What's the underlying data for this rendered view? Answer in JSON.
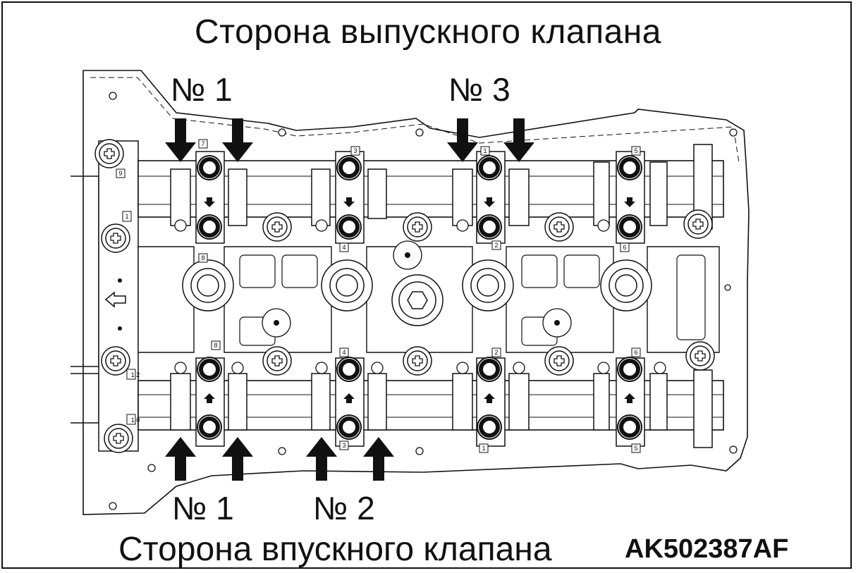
{
  "header": {
    "exhaust_side": "Сторона выпускного клапана"
  },
  "footer": {
    "intake_side": "Сторона впускного клапана",
    "figure_code": "AK502387AF"
  },
  "callouts": {
    "exhaust_no1": "№ 1",
    "exhaust_no3": "№ 3",
    "intake_no1": "№ 1",
    "intake_no2": "№ 2"
  },
  "bearing_cap_marks": {
    "exhaust": [
      "7",
      "3",
      "1",
      "5",
      "8",
      "4",
      "2",
      "6"
    ],
    "intake": [
      "8",
      "4",
      "2",
      "6",
      "3",
      "1",
      "5"
    ],
    "left_end": [
      "9",
      "1",
      "1 2",
      "1 0"
    ]
  },
  "colors": {
    "line": "#111111",
    "background": "#ffffff"
  }
}
